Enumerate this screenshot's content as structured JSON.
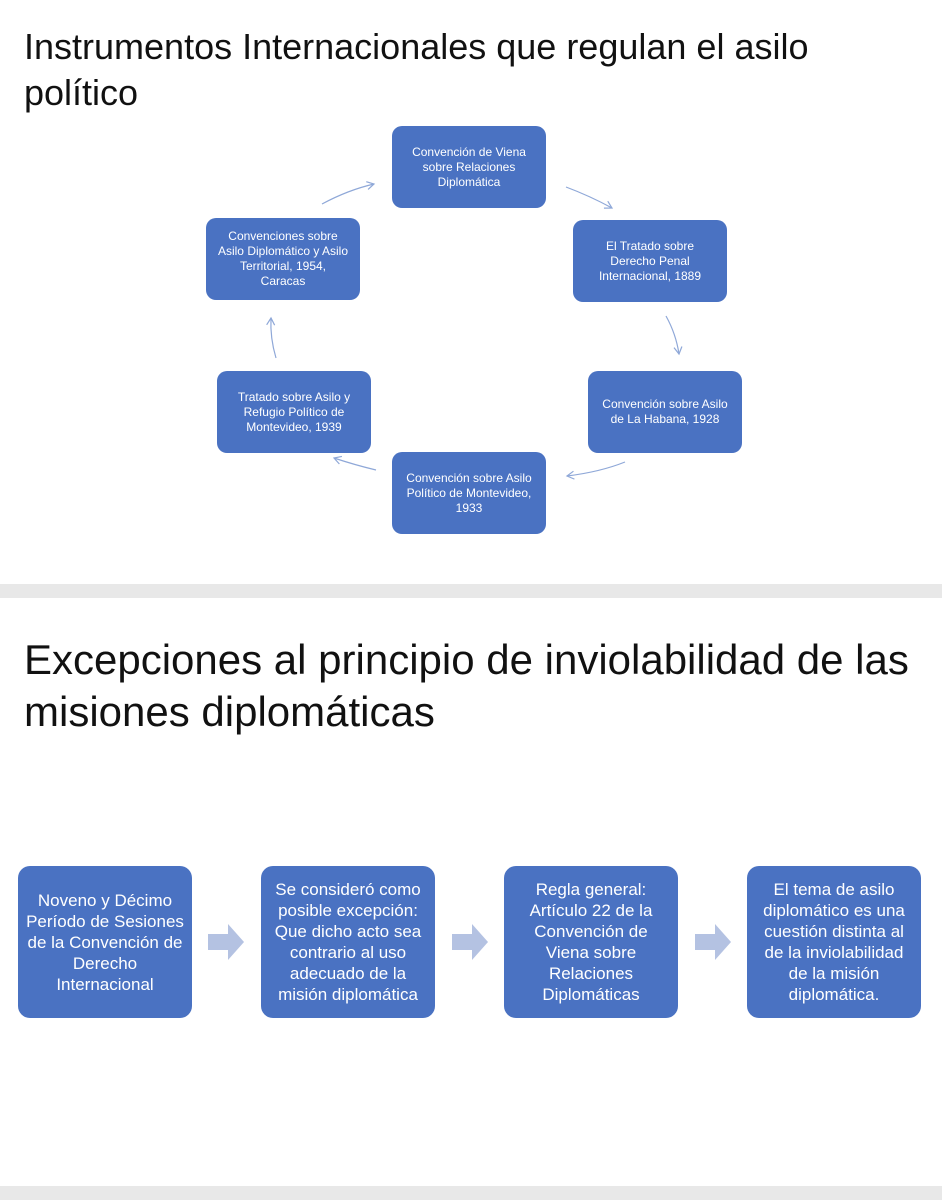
{
  "slide1": {
    "title": "Instrumentos Internacionales que regulan el asilo político",
    "nodes": [
      "Convención de Viena sobre Relaciones Diplomática",
      "El Tratado sobre Derecho Penal Internacional, 1889",
      "Convención sobre Asilo de La Habana, 1928",
      "Convención sobre Asilo Político de Montevideo, 1933",
      "Tratado sobre Asilo y Refugio Político de Montevideo, 1939",
      "Convenciones sobre Asilo Diplomático y Asilo Territorial, 1954, Caracas"
    ]
  },
  "slide2": {
    "title": "Excepciones al principio de inviolabilidad de las misiones diplomáticas",
    "steps": [
      "Noveno y Décimo Período de Sesiones de la Convención de Derecho Internacional",
      "Se consideró como posible excepción: Que dicho acto sea contrario al uso adecuado de la misión diplomática",
      "Regla general: Artículo 22 de la Convención de Viena sobre Relaciones Diplomáticas",
      "El tema de asilo diplomático es una cuestión distinta al de la inviolabilidad de la misión diplomática."
    ]
  },
  "colors": {
    "node_fill": "#4a72c2",
    "cycle_arrow": "#8fa8d8",
    "process_arrow": "#b4c2e2"
  }
}
